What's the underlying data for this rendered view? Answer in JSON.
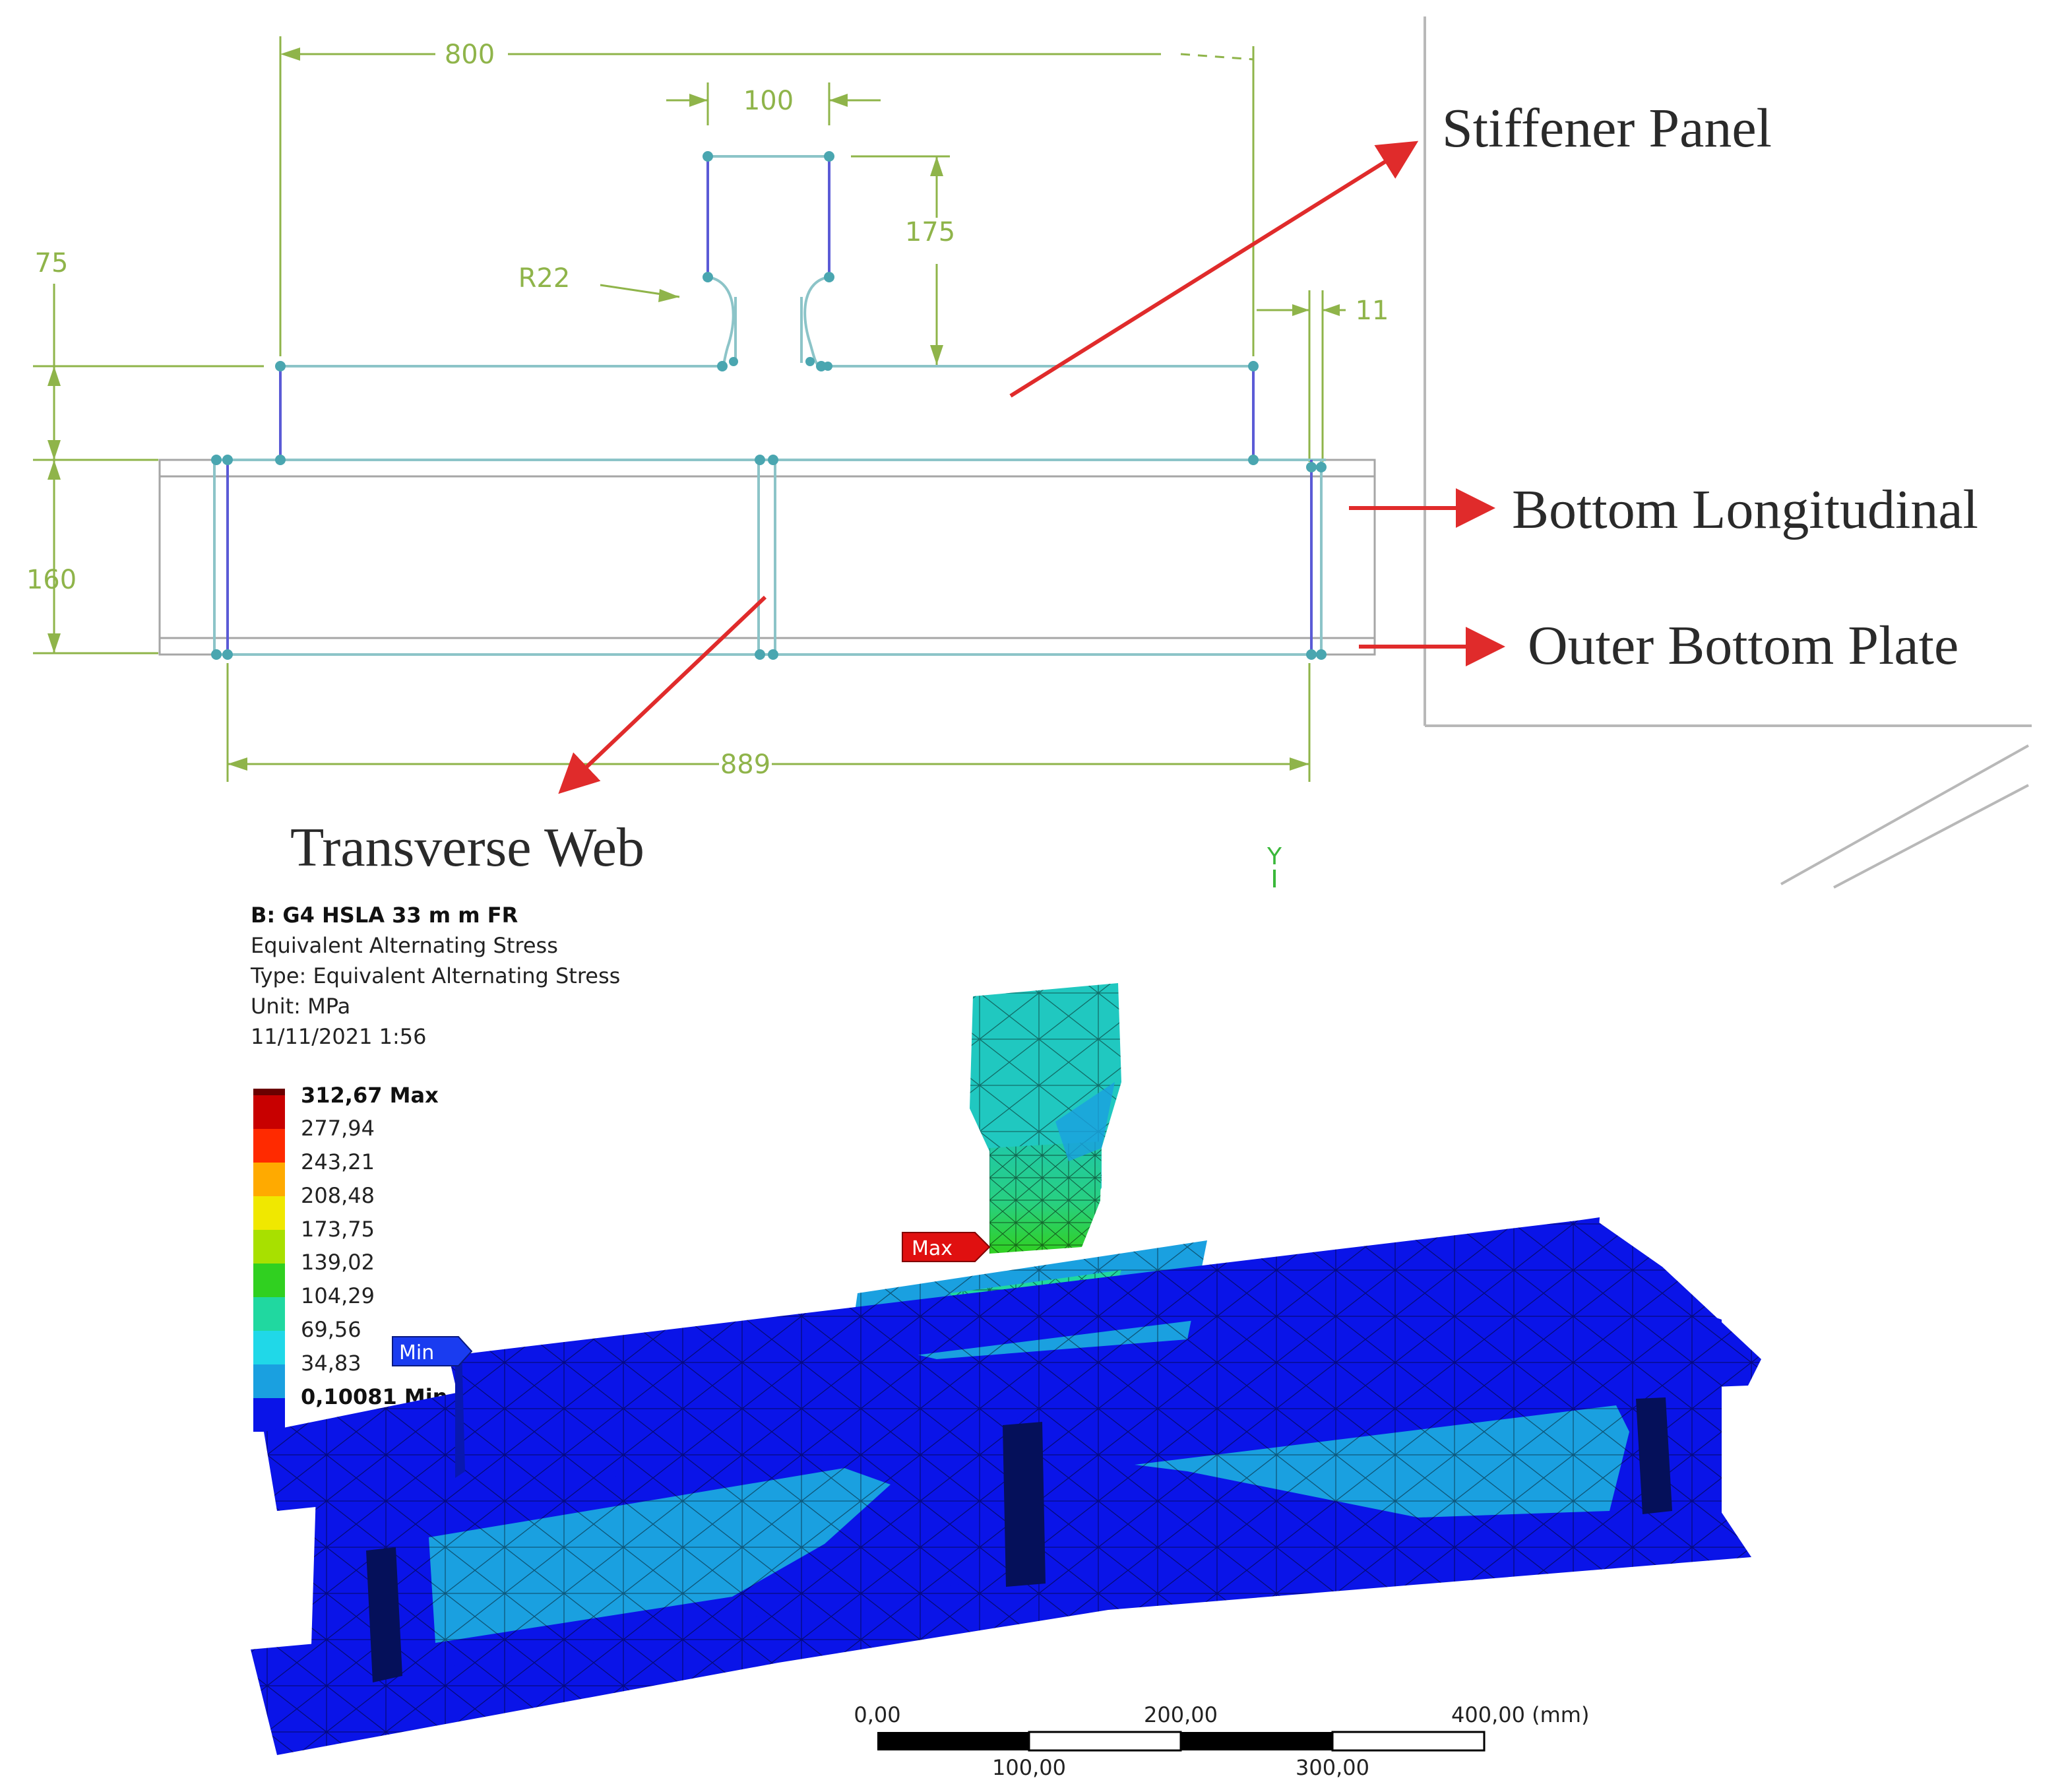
{
  "drawing": {
    "dimensions": {
      "width_800": "800",
      "width_100": "100",
      "height_175": "175",
      "radius": "R22",
      "height_75": "75",
      "thickness_11": "11",
      "height_160": "160",
      "width_889": "889"
    },
    "axis_label": "Y",
    "callouts": {
      "stiffener_panel": "Stiffener Panel",
      "bottom_longitudinal": "Bottom Longitudinal",
      "outer_bottom_plate": "Outer Bottom Plate",
      "transverse_web": "Transverse Web"
    },
    "colors": {
      "dimension": "#8fb44a",
      "outline": "#8cc4c8",
      "vertical_member": "#5b5bd6",
      "node": "#4aa6b0",
      "arrow": "#e02b2b"
    }
  },
  "analysis": {
    "header": {
      "title": "B: G4 HSLA 33 m m FR",
      "result": "Equivalent Alternating Stress",
      "type": "Type: Equivalent Alternating Stress",
      "unit": "Unit: MPa",
      "timestamp": "11/11/2021 1:56"
    },
    "legend": {
      "max_label": "312,67 Max",
      "values": [
        "277,94",
        "243,21",
        "208,48",
        "173,75",
        "139,02",
        "104,29",
        "69,56",
        "34,83"
      ],
      "min_label": "0,10081 Min",
      "colors": [
        "#c80000",
        "#ff2a00",
        "#ffaa00",
        "#f0e800",
        "#a8e000",
        "#30d020",
        "#20d8a0",
        "#20d8e8",
        "#1aa0e0",
        "#0a14e8"
      ]
    },
    "probes": {
      "max": "Max",
      "min": "Min"
    },
    "scale_bar": {
      "top_labels": [
        "0,00",
        "200,00",
        "400,00 (mm)"
      ],
      "bottom_labels": [
        "100,00",
        "300,00"
      ]
    },
    "colors": {
      "low_stress": "#0a14e8",
      "mid_low_stress": "#1aa0e0",
      "mid_stress": "#20d8a0",
      "high_stress": "#30d020",
      "max_tag": "#e01010",
      "min_tag": "#1a3cf0"
    }
  }
}
